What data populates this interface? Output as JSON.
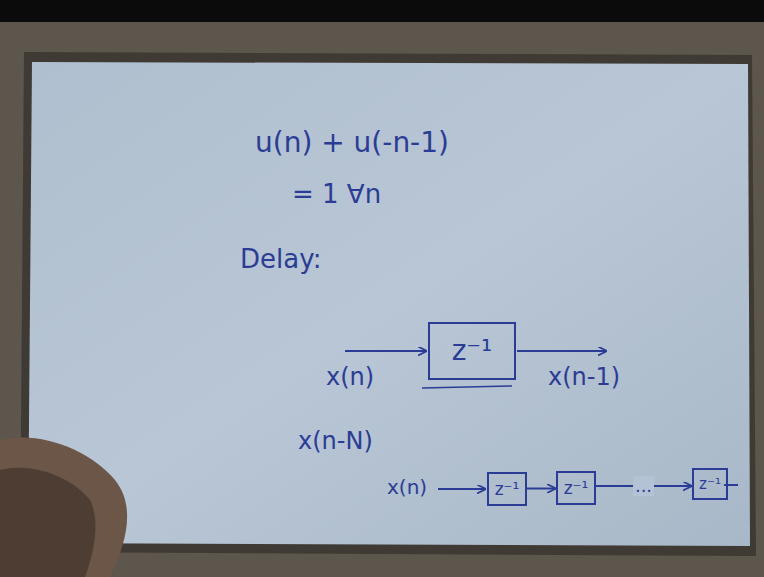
{
  "diagram": {
    "nodes": [
      {
        "text": [
          "z⁻¹"
        ]
      },
      {
        "text": [
          "z⁻¹"
        ]
      },
      {
        "text": [
          "z⁻¹"
        ]
      },
      {
        "text": [
          "z⁻¹"
        ]
      }
    ],
    "edges": [
      {
        "from": 1,
        "to": 2,
        "arrow": "to"
      },
      {
        "from": 2,
        "to": 3,
        "label": "...",
        "arrow": "to"
      }
    ],
    "labels": [
      "u(n) + u(-n-1)",
      "= 1   ∀n",
      "Delay:",
      "x(n)",
      "x(n-1)",
      "x(n-N)",
      "x(n)"
    ]
  }
}
